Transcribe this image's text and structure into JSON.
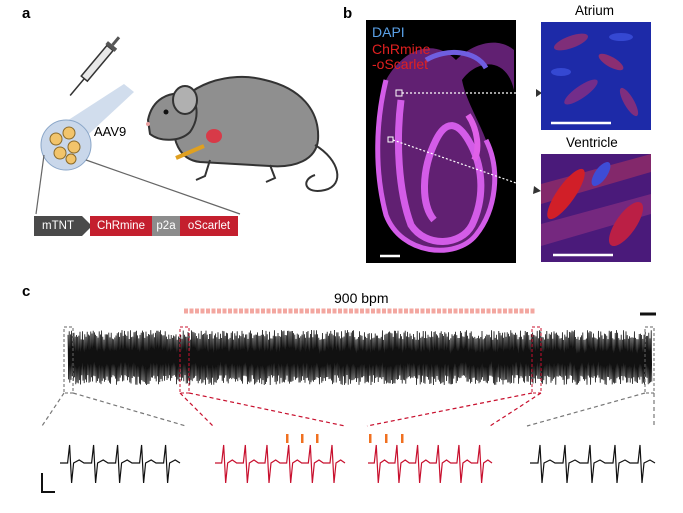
{
  "panels": {
    "a": {
      "label": "a",
      "vector_label": "AAV9",
      "construct": [
        {
          "text": "mTNT",
          "color": "#4a4a4a"
        },
        {
          "text": "ChRmine",
          "color": "#c41f2e"
        },
        {
          "text": "p2a",
          "color": "#8c8c8c"
        },
        {
          "text": "oScarlet",
          "color": "#c41f2e"
        }
      ]
    },
    "b": {
      "label": "b",
      "legend_dapi": "DAPI",
      "legend_chrmine_1": "ChRmine",
      "legend_chrmine_2": "-oScarlet",
      "inset_top_title": "Atrium",
      "inset_bottom_title": "Ventricle",
      "colors": {
        "dapi": "#5aa0e6",
        "chrmine": "#e02020",
        "tissue": "#c63fd6"
      }
    },
    "c": {
      "label": "c",
      "stim_label": "900 bpm",
      "colors": {
        "trace": "#111111",
        "stim": "#f3a7a0",
        "zoom_red": "#c8102e",
        "zoom_gray": "#777777",
        "pulse": "#f07020"
      }
    }
  }
}
